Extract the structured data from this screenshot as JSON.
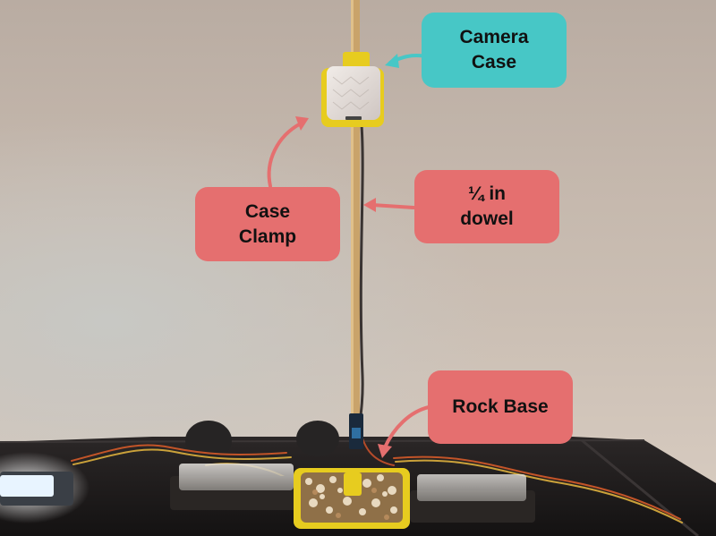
{
  "callouts": {
    "camera_case": {
      "line1": "Camera",
      "line2": "Case",
      "color": "#47c7c6"
    },
    "case_clamp": {
      "line1": "Case",
      "line2": "Clamp",
      "color": "#e56f6f"
    },
    "dowel": {
      "line1": "¼ in",
      "line2": "dowel",
      "color": "#e56f6f"
    },
    "rock_base": {
      "line1": "Rock Base",
      "color": "#e56f6f"
    }
  },
  "colors": {
    "wall": "#c5b8ad",
    "table": "#1c1a1a",
    "yellow_plastic": "#e7cc1f",
    "dowel_wood": "#c9a36a",
    "teal_arrow": "#47c7c6",
    "coral_arrow": "#e56f6f"
  }
}
